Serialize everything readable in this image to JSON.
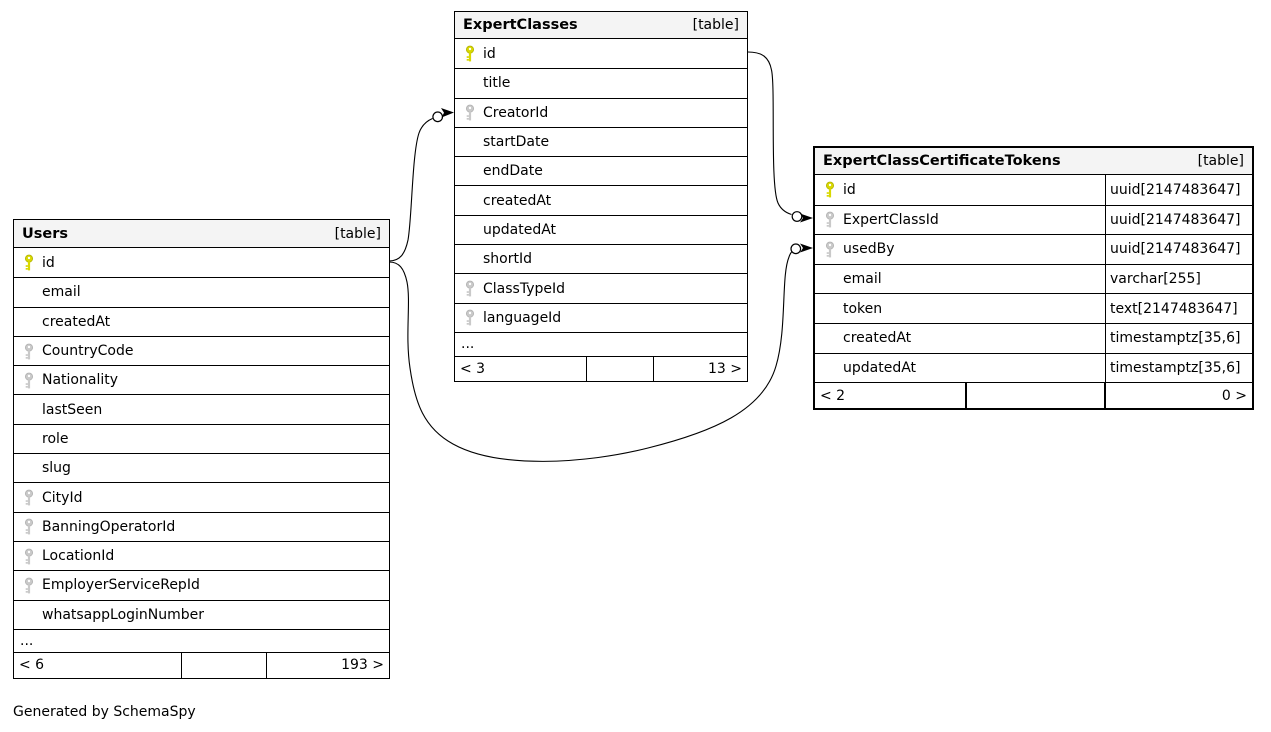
{
  "page": {
    "footer_note": "Generated by SchemaSpy"
  },
  "colors": {
    "primary_key": "#d8d800",
    "primary_key_stroke": "#b0b000",
    "foreign_key": "#c9c9c9",
    "foreign_key_stroke": "#b0b0b0",
    "header_bg": "#f4f4f4",
    "line": "#000000",
    "table_bg": "#ffffff"
  },
  "tables": [
    {
      "title": "Users",
      "tag": "[table]",
      "columns": [
        {
          "name": "id",
          "key": "pk"
        },
        {
          "name": "email",
          "key": "none"
        },
        {
          "name": "createdAt",
          "key": "none"
        },
        {
          "name": "CountryCode",
          "key": "fk"
        },
        {
          "name": "Nationality",
          "key": "fk"
        },
        {
          "name": "lastSeen",
          "key": "none"
        },
        {
          "name": "role",
          "key": "none"
        },
        {
          "name": "slug",
          "key": "none"
        },
        {
          "name": "CityId",
          "key": "fk"
        },
        {
          "name": "BanningOperatorId",
          "key": "fk"
        },
        {
          "name": "LocationId",
          "key": "fk"
        },
        {
          "name": "EmployerServiceRepId",
          "key": "fk"
        },
        {
          "name": "whatsappLoginNumber",
          "key": "none"
        }
      ],
      "ellipsis": "...",
      "footer": {
        "left": "< 6",
        "middle": "",
        "right": "193 >"
      }
    },
    {
      "title": "ExpertClasses",
      "tag": "[table]",
      "columns": [
        {
          "name": "id",
          "key": "pk"
        },
        {
          "name": "title",
          "key": "none"
        },
        {
          "name": "CreatorId",
          "key": "fk"
        },
        {
          "name": "startDate",
          "key": "none"
        },
        {
          "name": "endDate",
          "key": "none"
        },
        {
          "name": "createdAt",
          "key": "none"
        },
        {
          "name": "updatedAt",
          "key": "none"
        },
        {
          "name": "shortId",
          "key": "none"
        },
        {
          "name": "ClassTypeId",
          "key": "fk"
        },
        {
          "name": "languageId",
          "key": "fk"
        }
      ],
      "ellipsis": "...",
      "footer": {
        "left": "< 3",
        "middle": "",
        "right": "13 >"
      }
    },
    {
      "title": "ExpertClassCertificateTokens",
      "tag": "[table]",
      "columns": [
        {
          "name": "id",
          "key": "pk",
          "type": "uuid[2147483647]"
        },
        {
          "name": "ExpertClassId",
          "key": "fk",
          "type": "uuid[2147483647]"
        },
        {
          "name": "usedBy",
          "key": "fk",
          "type": "uuid[2147483647]"
        },
        {
          "name": "email",
          "key": "none",
          "type": "varchar[255]"
        },
        {
          "name": "token",
          "key": "none",
          "type": "text[2147483647]"
        },
        {
          "name": "createdAt",
          "key": "none",
          "type": "timestamptz[35,6]"
        },
        {
          "name": "updatedAt",
          "key": "none",
          "type": "timestamptz[35,6]"
        }
      ],
      "footer": {
        "left": "< 2",
        "middle": "",
        "right": "0 >"
      }
    }
  ],
  "relationships": [
    {
      "from": "Users.id",
      "to": "ExpertClasses.CreatorId"
    },
    {
      "from": "ExpertClasses.id",
      "to": "ExpertClassCertificateTokens.ExpertClassId"
    },
    {
      "from": "Users.id",
      "to": "ExpertClassCertificateTokens.usedBy"
    }
  ]
}
